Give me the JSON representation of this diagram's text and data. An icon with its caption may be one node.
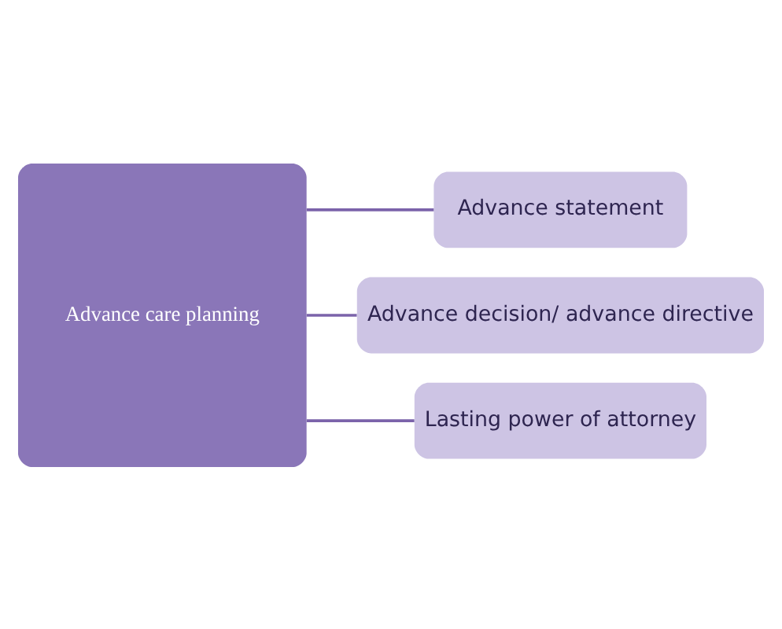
{
  "diagram": {
    "nodes": [
      {
        "text": [
          "Advance care planning"
        ]
      },
      {
        "text": [
          "Advance statement"
        ]
      },
      {
        "text": [
          "Advance decision/ advance directive"
        ]
      },
      {
        "text": [
          "Lasting power of attorney"
        ]
      }
    ],
    "edges": [
      {
        "from": 0,
        "to": 1,
        "arrow": "none"
      },
      {
        "from": 0,
        "to": 2,
        "arrow": "none"
      },
      {
        "from": 0,
        "to": 3,
        "arrow": "none"
      }
    ]
  }
}
